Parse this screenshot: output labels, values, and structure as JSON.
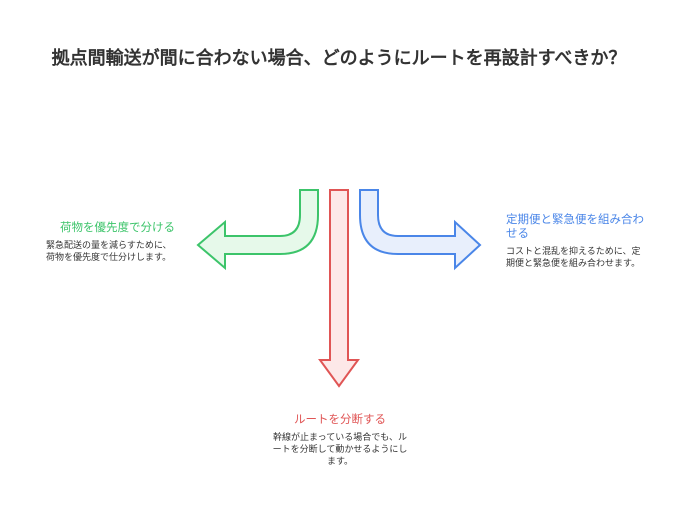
{
  "title": "拠点間輸送が間に合わない場合、どのようにルートを再設計すべきか？",
  "options": [
    {
      "heading": "荷物を優先度で分ける",
      "desc": "緊急配送の量を減らすために、荷物を優先度で仕分けします。",
      "color": "#3cc46a"
    },
    {
      "heading": "ルートを分断する",
      "desc": "幹線が止まっている場合でも、ルートを分断して動かせるようにします。",
      "color": "#e05555"
    },
    {
      "heading": "定期便と緊急便を組み合わせる",
      "desc": "コストと混乱を抑えるために、定期便と緊急便を組み合わせます。",
      "color": "#4a86e8"
    }
  ]
}
